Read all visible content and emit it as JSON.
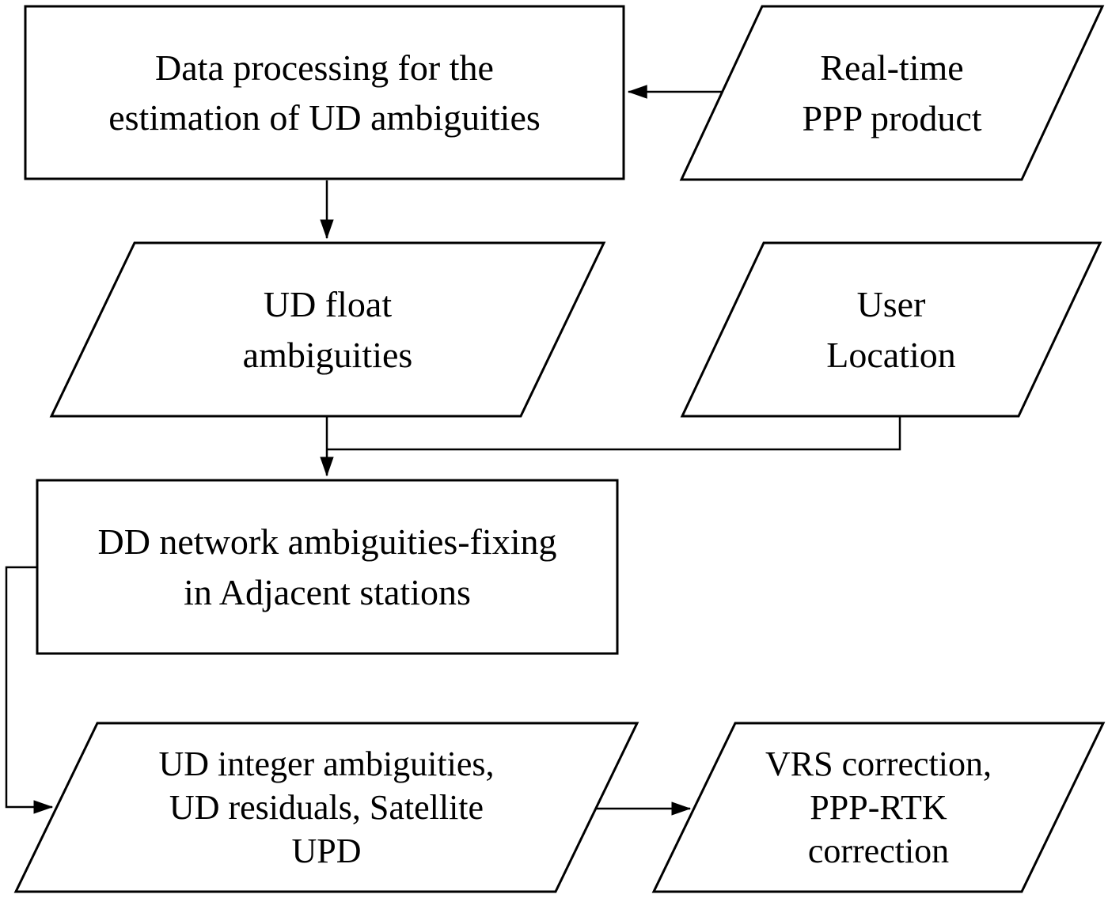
{
  "diagram": {
    "type": "flowchart",
    "background_color": "#ffffff",
    "stroke_color": "#000000",
    "text_color": "#000000",
    "nodes": [
      {
        "id": "data-processing",
        "shape": "rectangle",
        "lines": [
          "Data processing for the",
          "estimation of UD ambiguities"
        ]
      },
      {
        "id": "realtime-ppp-product",
        "shape": "parallelogram",
        "lines": [
          "Real-time",
          "PPP product"
        ]
      },
      {
        "id": "ud-float-ambiguities",
        "shape": "parallelogram",
        "lines": [
          "UD float",
          "ambiguities"
        ]
      },
      {
        "id": "user-location",
        "shape": "parallelogram",
        "lines": [
          "User",
          "Location"
        ]
      },
      {
        "id": "dd-network-fixing",
        "shape": "rectangle",
        "lines": [
          "DD network ambiguities-fixing",
          "in Adjacent stations"
        ]
      },
      {
        "id": "ud-integer-ambiguities",
        "shape": "parallelogram",
        "lines": [
          "UD integer ambiguities,",
          "UD residuals, Satellite",
          "UPD"
        ]
      },
      {
        "id": "vrs-ppp-rtk-correction",
        "shape": "parallelogram",
        "lines": [
          "VRS correction,",
          "PPP-RTK",
          "correction"
        ]
      }
    ],
    "edges": [
      {
        "from": "realtime-ppp-product",
        "to": "data-processing"
      },
      {
        "from": "data-processing",
        "to": "ud-float-ambiguities"
      },
      {
        "from": "ud-float-ambiguities",
        "to": "dd-network-fixing"
      },
      {
        "from": "user-location",
        "to": "dd-network-fixing"
      },
      {
        "from": "dd-network-fixing",
        "to": "ud-integer-ambiguities"
      },
      {
        "from": "ud-integer-ambiguities",
        "to": "vrs-ppp-rtk-correction"
      }
    ]
  }
}
